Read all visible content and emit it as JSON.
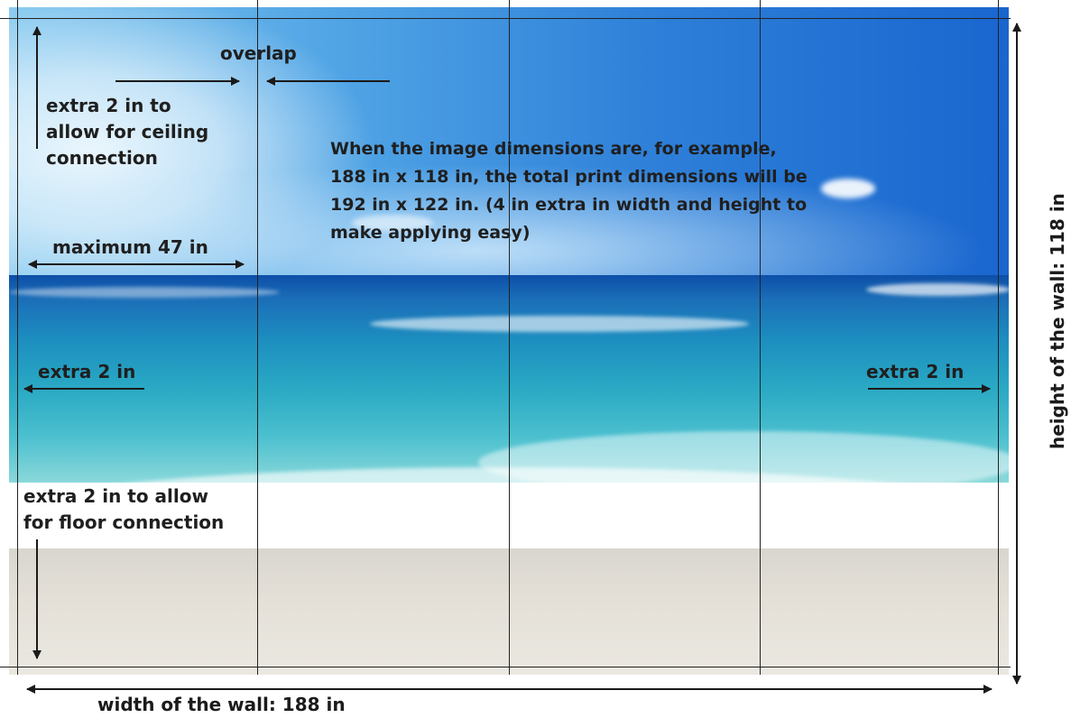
{
  "labels": {
    "overlap": "overlap",
    "ceiling_extra": [
      "extra 2 in to",
      "allow for ceiling",
      "connection"
    ],
    "note": [
      "When the image dimensions are, for example,",
      "188 in x 118 in, the total print dimensions will be",
      "192 in x 122 in. (4 in extra in width and height to",
      "make applying easy)"
    ],
    "maximum_width": "maximum 47 in",
    "extra_left": "extra 2 in",
    "extra_right": "extra 2 in",
    "floor_extra": [
      "extra 2 in to allow",
      "for floor connection"
    ],
    "wall_width": "width of the wall: 188 in",
    "wall_height": "height of the wall: 118 in"
  }
}
